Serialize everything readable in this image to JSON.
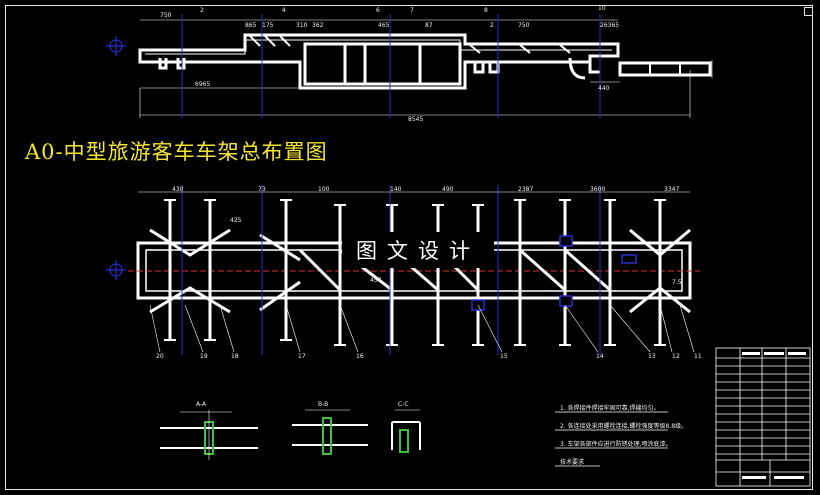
{
  "drawing": {
    "title": "A0-中型旅游客车车架总布置图",
    "watermark": "图文设计",
    "colors": {
      "background": "#000000",
      "lines": "#ffffff",
      "title": "#f5e632",
      "centerline": "#e03030",
      "axis": "#2a2ad0"
    }
  },
  "side_view": {
    "dimensions_top": [
      "750",
      "2",
      "865",
      "175",
      "4",
      "310",
      "362",
      "6",
      "465",
      "7",
      "87",
      "8",
      "2",
      "750",
      "10",
      "26365"
    ],
    "dimensions_bottom": [
      "6965",
      "8545",
      "440"
    ]
  },
  "plan_view": {
    "dimensions_top": [
      "430",
      "73",
      "100",
      "140",
      "490",
      "2387",
      "3600",
      "3347"
    ],
    "dimensions_inner": [
      "425",
      "457",
      "7.5"
    ],
    "part_numbers": [
      "20",
      "19",
      "18",
      "17",
      "16",
      "15",
      "14",
      "13",
      "12",
      "11"
    ]
  },
  "sections": {
    "labels": [
      "A-A",
      "B-B",
      "C-C"
    ]
  },
  "notes": {
    "lines": [
      "1. 各焊接件焊接牢固可靠,焊缝均匀。",
      "2. 各连接处采用螺栓连接,螺栓强度等级8.8级。",
      "3. 车架各部件应进行防锈处理,喷涂底漆。",
      "技术要求"
    ]
  }
}
